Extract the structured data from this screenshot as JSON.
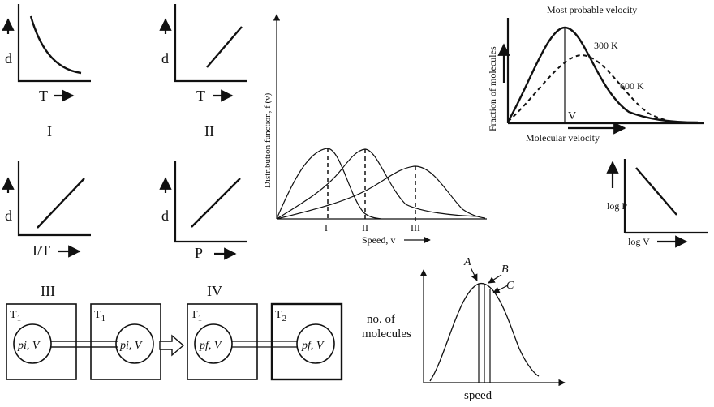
{
  "graph_I": {
    "y_label": "d",
    "x_label": "T",
    "caption": "I"
  },
  "graph_II": {
    "y_label": "d",
    "x_label": "T",
    "caption": "II"
  },
  "graph_III": {
    "y_label": "d",
    "x_label": "I/T"
  },
  "graph_IV": {
    "y_label": "d",
    "x_label": "P"
  },
  "distribution": {
    "y_label": "Distribution function, f (v)",
    "x_label": "Speed, v",
    "peaks": [
      "I",
      "II",
      "III"
    ]
  },
  "maxwell": {
    "title": "Most probable velocity",
    "y_label": "Fraction of molecules",
    "x_label": "Molecular velocity",
    "curve_low": "300 K",
    "curve_high": "600 K",
    "marker": "V"
  },
  "logplot": {
    "y_label": "log P",
    "x_label": "log V"
  },
  "containers": {
    "label_III": "III",
    "label_IV": "IV",
    "box1": {
      "temp": "T",
      "sub": "1",
      "content": "pi, V"
    },
    "box2": {
      "temp": "T",
      "sub": "1",
      "content": "pi, V"
    },
    "box3": {
      "temp": "T",
      "sub": "1",
      "content": "pf, V"
    },
    "box4": {
      "temp": "T",
      "sub": "2",
      "content": "pf, V"
    }
  },
  "speed_plot": {
    "y_label_1": "no. of",
    "y_label_2": "molecules",
    "x_label": "speed",
    "markers": [
      "A",
      "B",
      "C"
    ]
  }
}
